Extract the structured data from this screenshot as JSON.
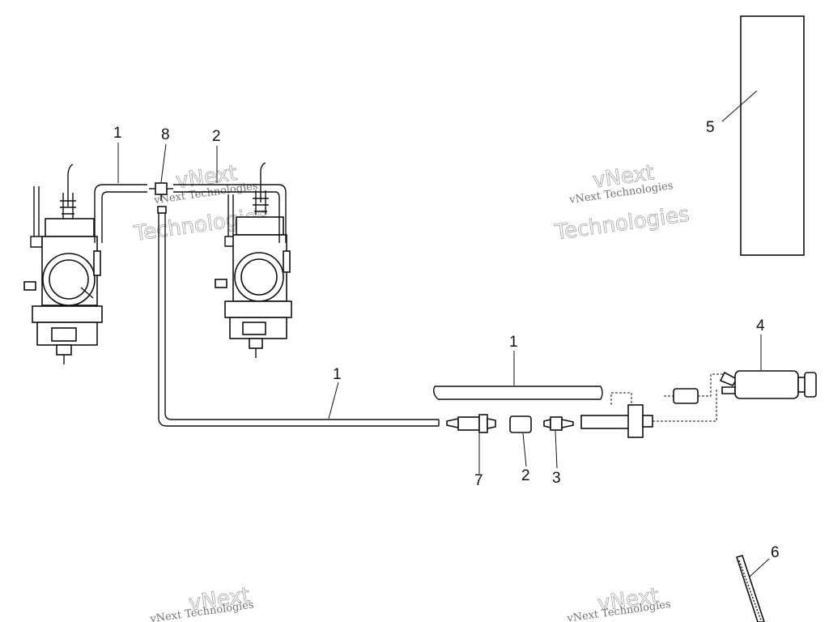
{
  "callouts": {
    "c1_top": "1",
    "c8": "8",
    "c2_top": "2",
    "c5": "5",
    "c1_right": "1",
    "c4": "4",
    "c1_mid": "1",
    "c7": "7",
    "c2_bottom": "2",
    "c3": "3",
    "c6": "6"
  },
  "watermarks": {
    "line1": "vNext Technologies",
    "line2": "Technologies",
    "line3": "vNext"
  },
  "icons": {
    "carburetor_left": "carburetor-icon",
    "carburetor_right": "carburetor-icon",
    "fuel_filter": "fuel-filter-icon",
    "primer_pump": "primer-pump-icon"
  }
}
